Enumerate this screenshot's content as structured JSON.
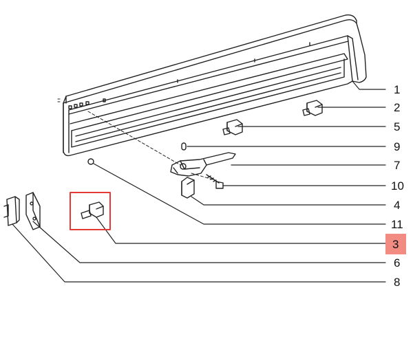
{
  "callouts": [
    {
      "number": "1",
      "highlighted": false
    },
    {
      "number": "2",
      "highlighted": false
    },
    {
      "number": "5",
      "highlighted": false
    },
    {
      "number": "9",
      "highlighted": false
    },
    {
      "number": "7",
      "highlighted": false
    },
    {
      "number": "10",
      "highlighted": false
    },
    {
      "number": "4",
      "highlighted": false
    },
    {
      "number": "11",
      "highlighted": false
    },
    {
      "number": "3",
      "highlighted": true
    },
    {
      "number": "6",
      "highlighted": false
    },
    {
      "number": "8",
      "highlighted": false
    }
  ],
  "colors": {
    "line": "#222222",
    "highlight_box": "#e53935",
    "highlight_fill": "#f28b82"
  }
}
